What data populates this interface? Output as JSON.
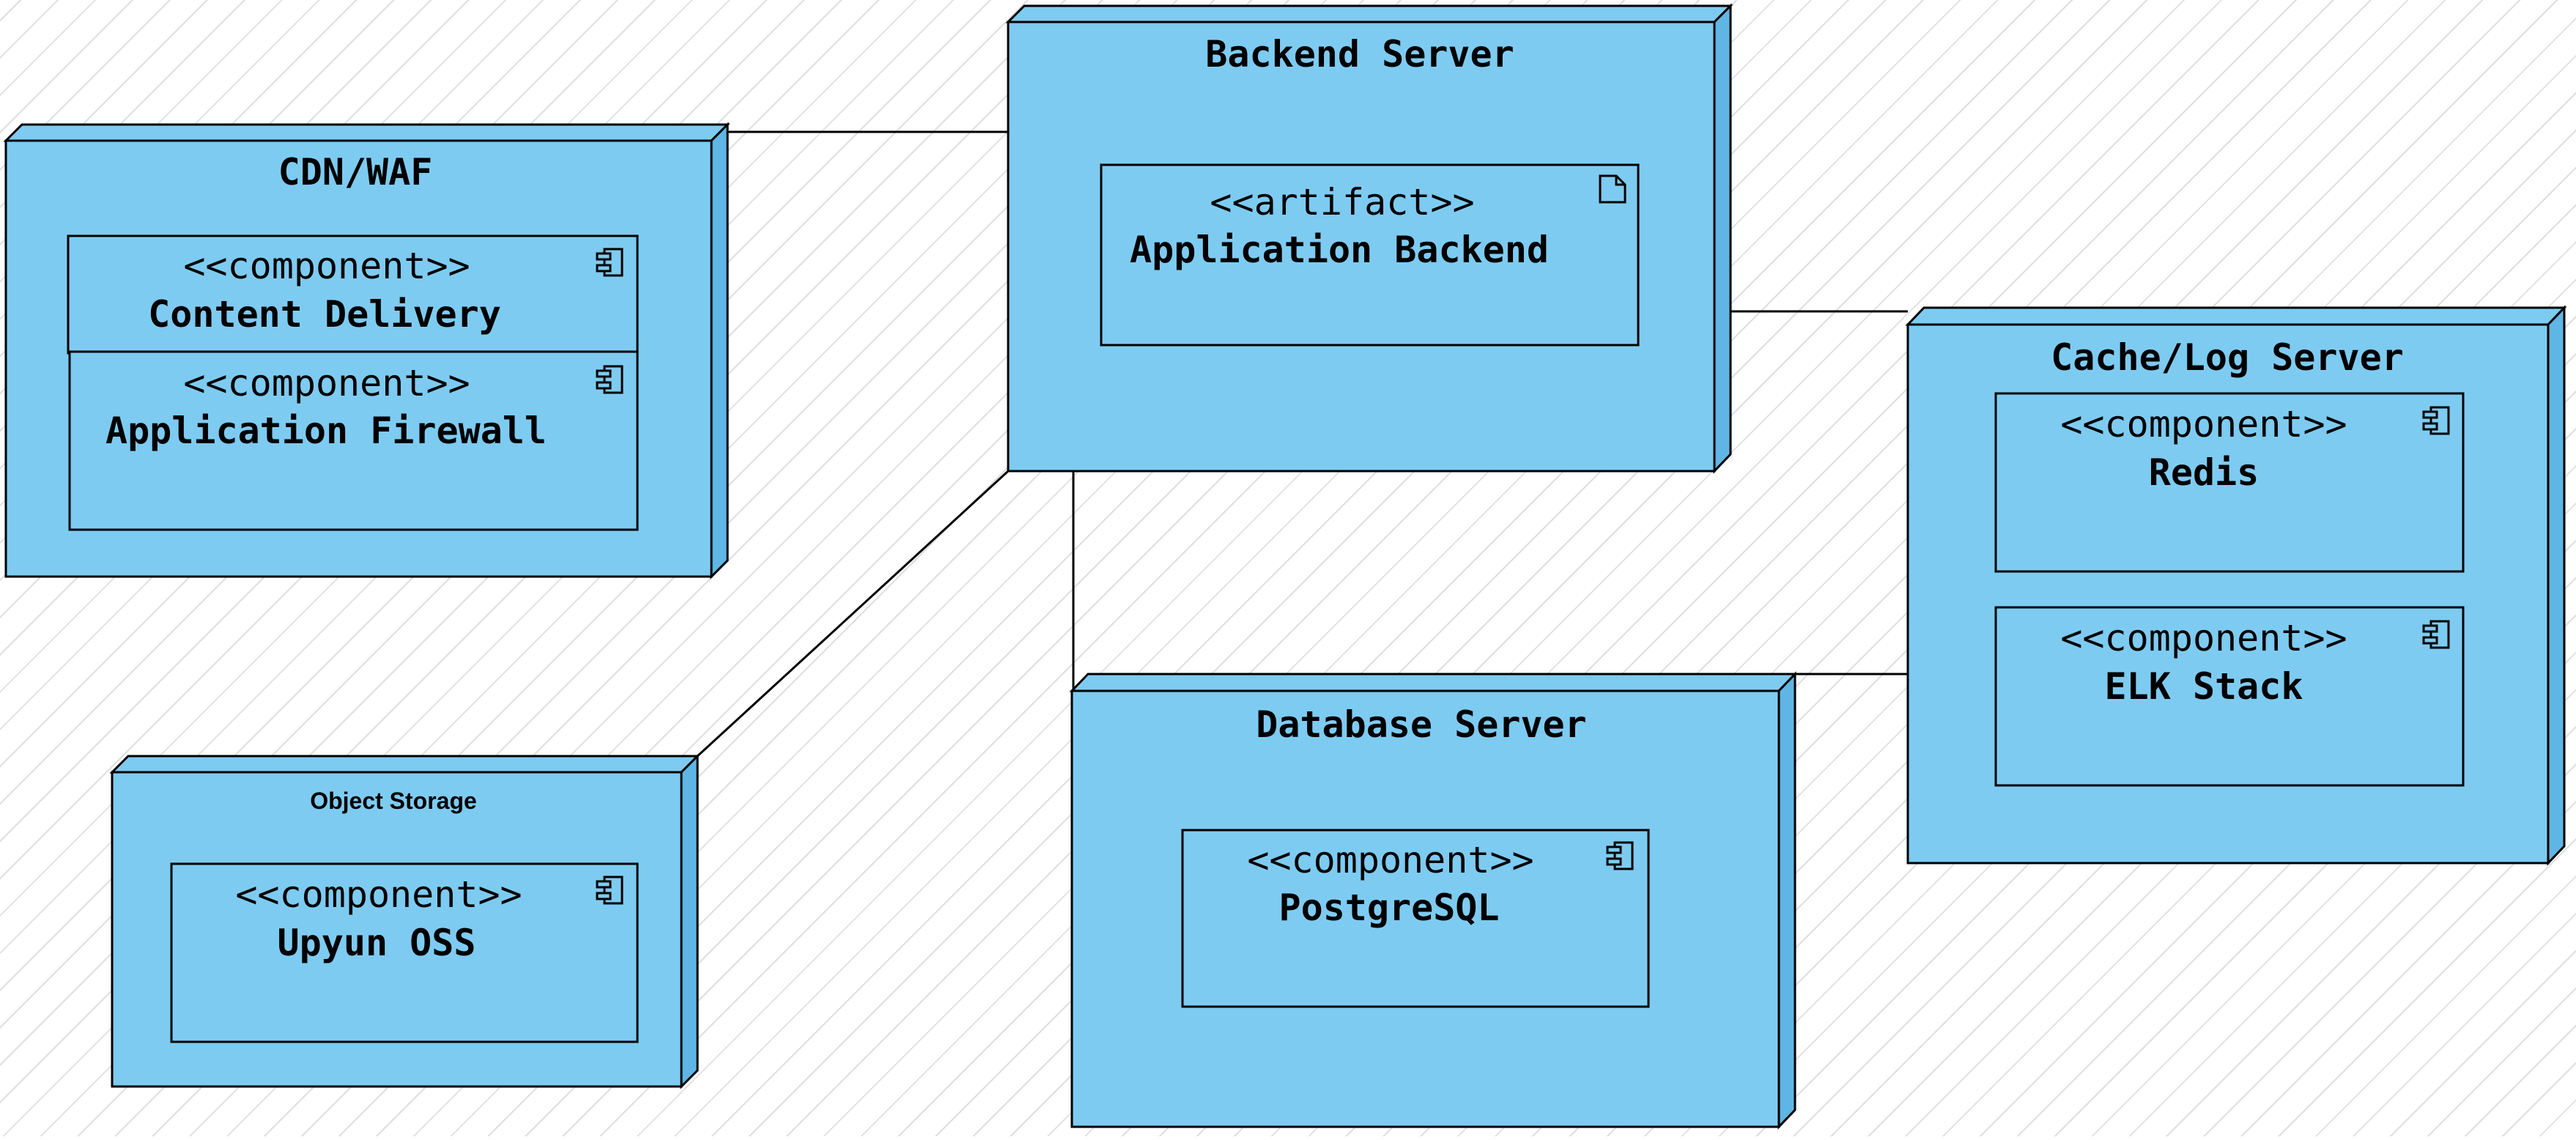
{
  "diagram": {
    "nodes": {
      "cdn": {
        "title": "CDN/WAF",
        "components": [
          {
            "stereotype": "<<component>>",
            "name": "Content Delivery"
          },
          {
            "stereotype": "<<component>>",
            "name": "Application Firewall"
          }
        ]
      },
      "backend": {
        "title": "Backend Server",
        "artifact": {
          "stereotype": "<<artifact>>",
          "name": "Application Backend"
        }
      },
      "cache": {
        "title": "Cache/Log Server",
        "components": [
          {
            "stereotype": "<<component>>",
            "name": "Redis"
          },
          {
            "stereotype": "<<component>>",
            "name": "ELK Stack"
          }
        ]
      },
      "storage": {
        "title": "Object Storage",
        "component": {
          "stereotype": "<<component>>",
          "name": "Upyun OSS"
        }
      },
      "database": {
        "title": "Database Server",
        "component": {
          "stereotype": "<<component>>",
          "name": "PostgreSQL"
        }
      }
    },
    "colors": {
      "node_fill": "#7ecbf1",
      "node_side": "#5fb6e4",
      "stroke": "#000000"
    },
    "icons": {
      "component": "component-icon",
      "artifact": "artifact-icon"
    }
  }
}
